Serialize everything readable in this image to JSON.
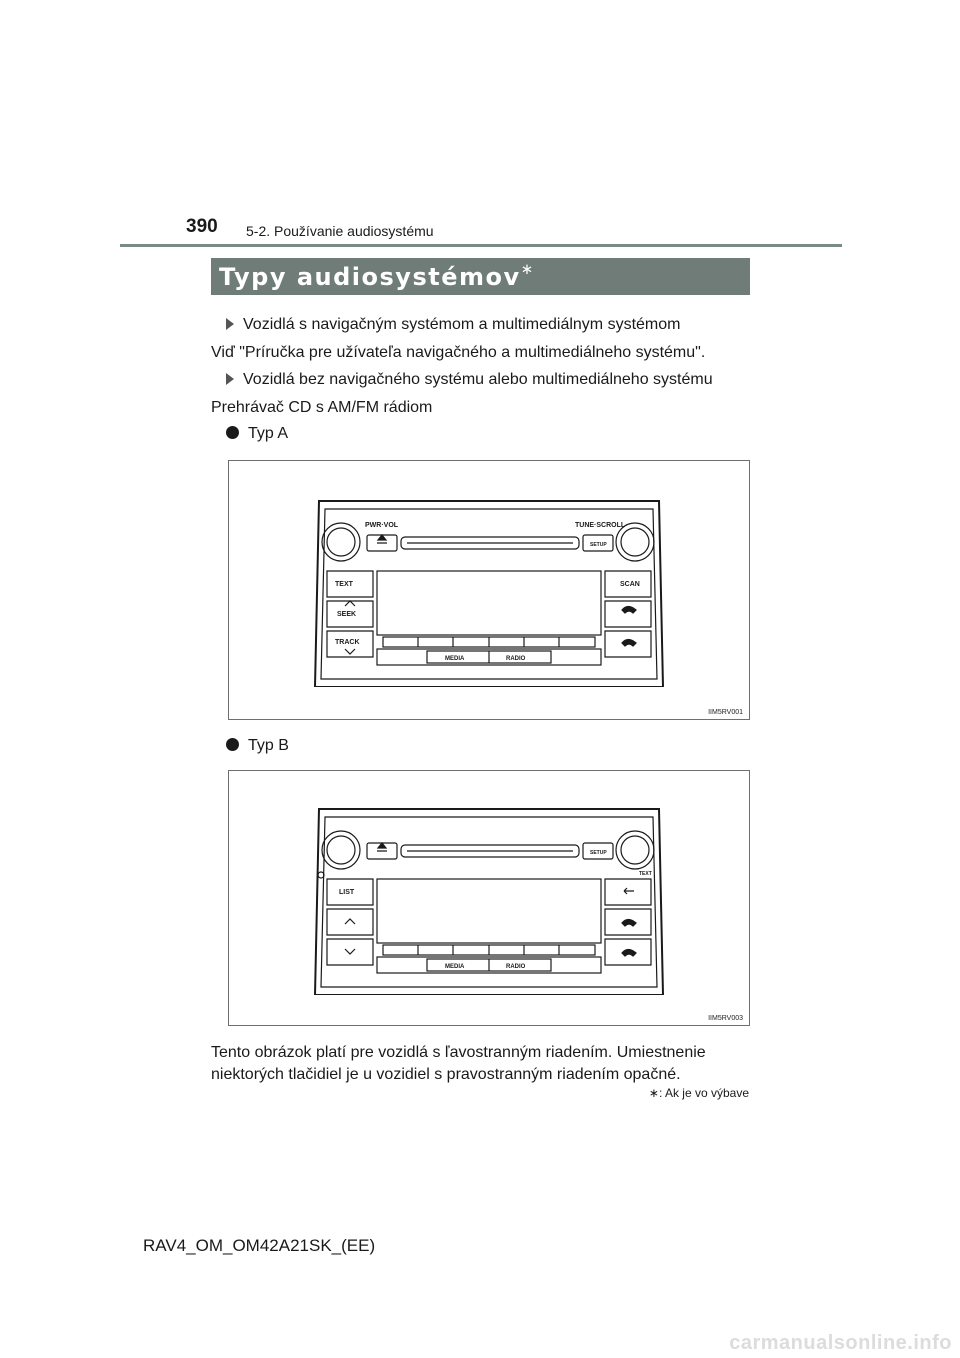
{
  "header": {
    "page_number": "390",
    "section": "5-2. Používanie audiosystému"
  },
  "title": {
    "text": "Typy audiosystémov",
    "mark": "∗"
  },
  "content": {
    "bullet1": "Vozidlá s navigačným systémom a multimediálnym systémom",
    "para1": "Viď \"Príručka pre užívateľa navigačného a multimediálneho systému\".",
    "bullet2": "Vozidlá bez navigačného systému alebo multimediálneho systému",
    "para2": "Prehrávač CD s AM/FM rádiom",
    "type_a": "Typ A",
    "type_b": "Typ B",
    "closing_line1": "Tento obrázok platí pre vozidlá s ľavostranným riadením. Umiestnenie",
    "closing_line2": "niektorých tlačidiel je u vozidiel s pravostranným riadením opačné."
  },
  "figure_a": {
    "code": "IIM5RV001",
    "labels": {
      "pwr_vol": "PWR·VOL",
      "tune_scroll": "TUNE·SCROLL",
      "setup": "SETUP",
      "text": "TEXT",
      "scan": "SCAN",
      "seek": "SEEK",
      "track": "TRACK",
      "media": "MEDIA",
      "radio": "RADIO"
    }
  },
  "figure_b": {
    "code": "IIM5RV003",
    "labels": {
      "setup": "SETUP",
      "text": "TEXT",
      "list": "LIST",
      "media": "MEDIA",
      "radio": "RADIO"
    }
  },
  "footnote": {
    "mark": "∗",
    "text": ": Ak je vo výbave"
  },
  "footer": {
    "code": "RAV4_OM_OM42A21SK_(EE)"
  },
  "watermark": "carmanualsonline.info"
}
